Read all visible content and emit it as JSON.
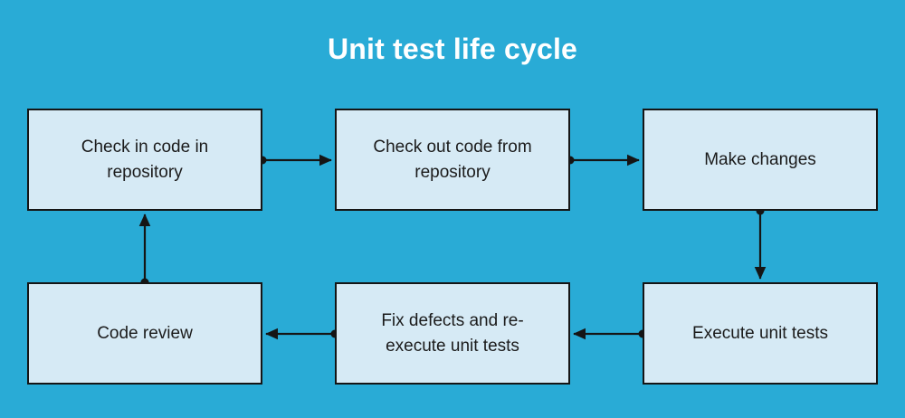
{
  "diagram": {
    "title": "Unit test life cycle",
    "type": "flowchart",
    "background_color": "#29abd6",
    "node_fill_color": "#d6eaf5",
    "node_border_color": "#151515",
    "title_color": "#ffffff",
    "connector_color": "#151515",
    "nodes": [
      {
        "id": "checkin",
        "label": "Check in code in\nrepository"
      },
      {
        "id": "checkout",
        "label": "Check out code from\nrepository"
      },
      {
        "id": "changes",
        "label": "Make changes"
      },
      {
        "id": "review",
        "label": "Code review"
      },
      {
        "id": "fix",
        "label": "Fix defects and re-\nexecute unit tests"
      },
      {
        "id": "execute",
        "label": "Execute unit tests"
      }
    ],
    "edges": [
      {
        "from": "checkin",
        "to": "checkout",
        "direction": "right"
      },
      {
        "from": "checkout",
        "to": "changes",
        "direction": "right"
      },
      {
        "from": "changes",
        "to": "execute",
        "direction": "down"
      },
      {
        "from": "execute",
        "to": "fix",
        "direction": "left"
      },
      {
        "from": "fix",
        "to": "review",
        "direction": "left"
      },
      {
        "from": "review",
        "to": "checkin",
        "direction": "up"
      }
    ]
  }
}
